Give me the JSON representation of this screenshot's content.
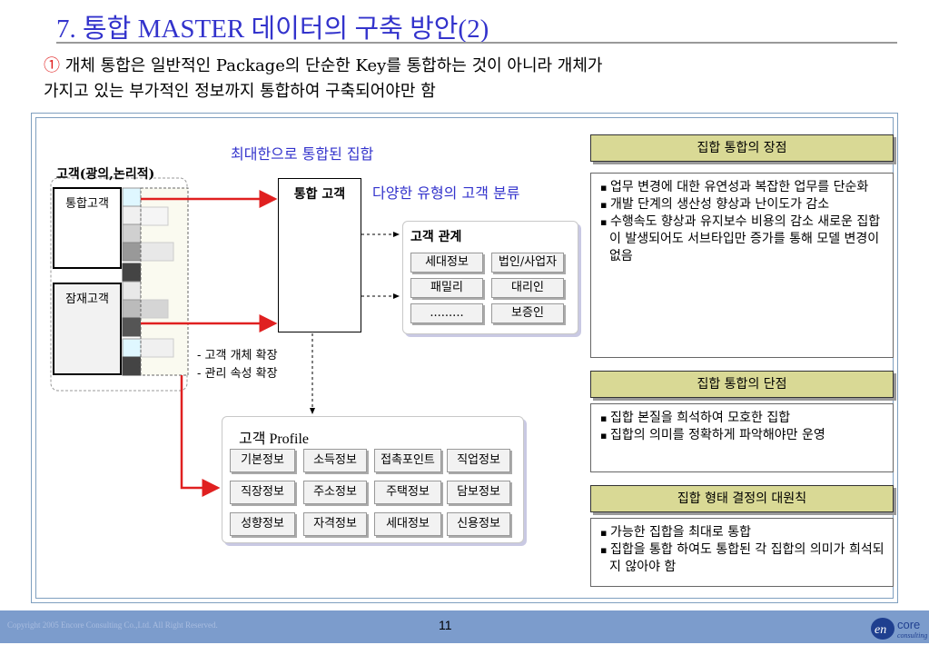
{
  "title": "7. 통합 MASTER 데이터의 구축 방안(2)",
  "intro": {
    "marker": "①",
    "line1": " 개체 통합은 일반적인 Package의 단순한 Key를 통합하는 것이 아니라 개체가",
    "line2": "가지고 있는 부가적인 정보까지 통합하여 구축되어야만 함"
  },
  "diagram": {
    "max_integration_label": "최대한으로 통합된 집합",
    "customer_group_label": "고객(광의,논리적)",
    "integrated_customer": "통합고객",
    "potential_customer": "잠재고객",
    "unified_customer": "통합 고객",
    "classification_label": "다양한 유형의 고객 분류",
    "expansion_notes": [
      "- 고객 개체 확장",
      "- 관리 속성 확장"
    ],
    "relationship": {
      "title": "고객 관계",
      "chips": [
        "세대정보",
        "법인/사업자",
        "패밀리",
        "대리인",
        ".........",
        "보증인"
      ]
    },
    "profile": {
      "title": "고객 Profile",
      "chips": [
        "기본정보",
        "소득정보",
        "접촉포인트",
        "직업정보",
        "직장정보",
        "주소정보",
        "주택정보",
        "담보정보",
        "성향정보",
        "자격정보",
        "세대정보",
        "신용정보"
      ]
    }
  },
  "panels": {
    "pros": {
      "title": "집합 통합의 장점",
      "items": [
        "업무 변경에 대한 유연성과 복잡한 업무를 단순화",
        "개발 단계의 생산성 향상과 난이도가 감소",
        "수행속도 향상과 유지보수 비용의 감소 새로운 집합이 발생되어도 서브타입만 증가를 통해 모델 변경이 없음"
      ]
    },
    "cons": {
      "title": "집합 통합의 단점",
      "items": [
        "집합 본질을 희석하여 모호한 집합",
        "집합의 의미를 정확하게 파악해야만 운영"
      ]
    },
    "principle": {
      "title": "집합 형태 결정의 대원칙",
      "items": [
        "가능한 집합을 최대로 통합",
        "집합을 통합 하여도 통합된 각 집합의 의미가 희석되지 않아야  함"
      ]
    }
  },
  "footer": {
    "copyright": "Copyright 2005 Encore Consulting Co.,Ltd. All Right Reserved.",
    "page_number": "11",
    "logo_text": "core",
    "logo_sub": "consulting"
  },
  "colors": {
    "title": "#3333cc",
    "arrow": "#e02020",
    "header_fill": "#d9d995",
    "footer": "#7c9ccc"
  }
}
